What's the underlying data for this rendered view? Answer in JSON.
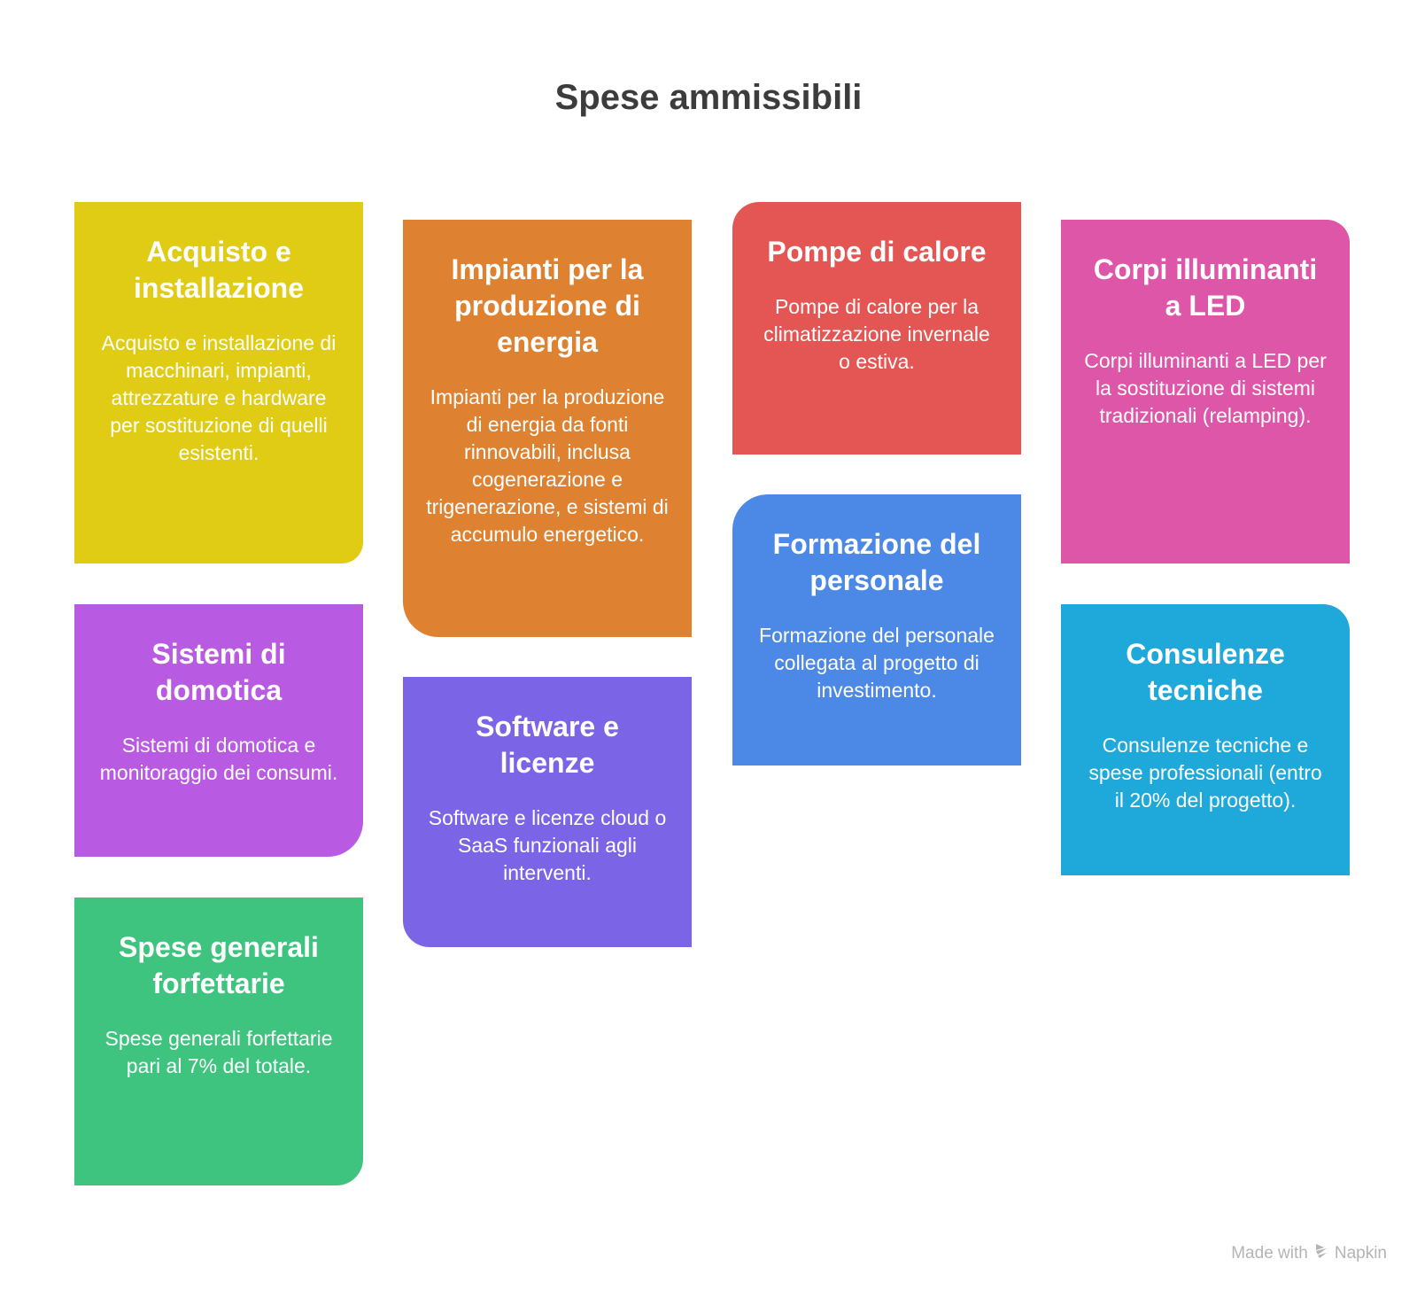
{
  "title": "Spese ammissibili",
  "cards": [
    {
      "heading": "Acquisto e installazione",
      "text": "Acquisto e installazione di macchinari, impianti, attrezzature e hardware per sostituzione di quelli esistenti.",
      "color": "#e0cc15"
    },
    {
      "heading": "Impianti per la produzione di energia",
      "text": "Impianti per la produzione di energia da fonti rinnovabili, inclusa cogenerazione e trigenerazione, e sistemi di accumulo energetico.",
      "color": "#de8231"
    },
    {
      "heading": "Pompe di calore",
      "text": "Pompe di calore per la climatizzazione invernale o estiva.",
      "color": "#e45653"
    },
    {
      "heading": "Corpi illuminanti a LED",
      "text": "Corpi illuminanti a LED per la sostituzione di sistemi tradizionali (relamping).",
      "color": "#dd56a8"
    },
    {
      "heading": "Sistemi di domotica",
      "text": "Sistemi di domotica e monitoraggio dei consumi.",
      "color": "#b95be2"
    },
    {
      "heading": "Software e licenze",
      "text": "Software e licenze cloud o SaaS funzionali agli interventi.",
      "color": "#7c64e7"
    },
    {
      "heading": "Formazione del personale",
      "text": "Formazione del personale collegata al progetto di investimento.",
      "color": "#4c88e6"
    },
    {
      "heading": "Consulenze tecniche",
      "text": "Consulenze tecniche e spese professionali (entro il 20% del progetto).",
      "color": "#1fa9da"
    },
    {
      "heading": "Spese generali forfettarie",
      "text": "Spese generali forfettarie pari al 7% del totale.",
      "color": "#3ec47f"
    }
  ],
  "footer": {
    "made_with": "Made with",
    "brand": "Napkin",
    "icon": "napkin-logo-icon"
  }
}
